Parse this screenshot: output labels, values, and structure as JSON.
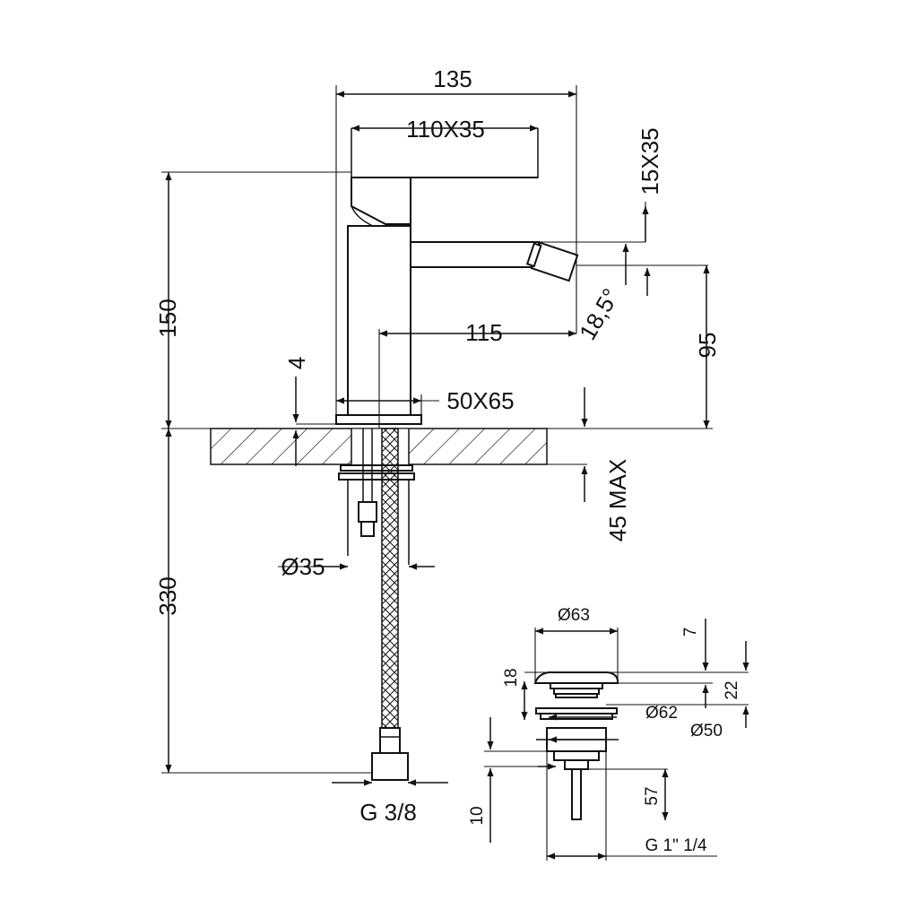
{
  "labels": {
    "width_135": "135",
    "handle_110x35": "110X35",
    "spout_15x35": "15X35",
    "height_150": "150",
    "reach_115": "115",
    "angle_18_5": "18,5°",
    "height_95": "95",
    "thk_4": "4",
    "base_50x65": "50X65",
    "deck_45max": "45 MAX",
    "dia_35": "Ø35",
    "hose_330": "330",
    "thread_g38": "G 3/8",
    "dia_63": "Ø63",
    "dim_7": "7",
    "dim_18": "18",
    "dim_22": "22",
    "dia_62": "Ø62",
    "dia_50": "Ø50",
    "dim_10": "10",
    "dim_57": "57",
    "thread_g114": "G 1\" 1/4"
  }
}
